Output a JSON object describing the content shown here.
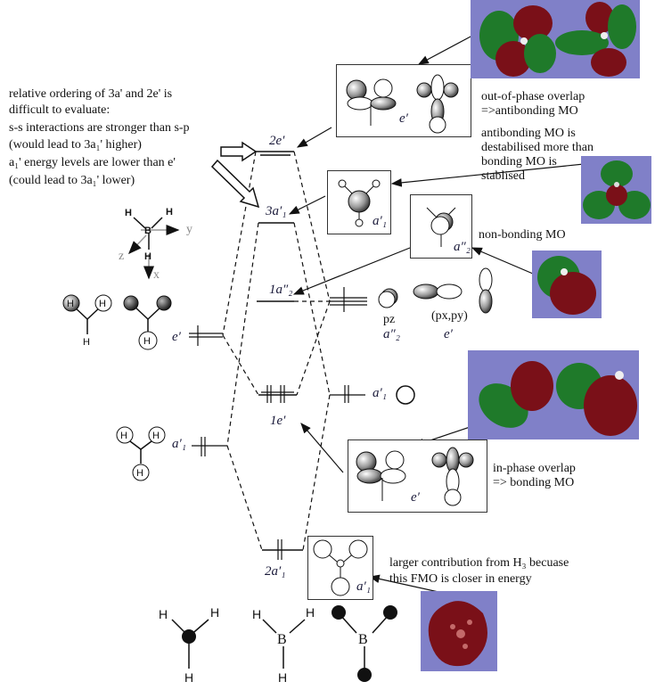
{
  "notes": {
    "ordering": [
      "relative ordering of 3a' and 2e' is",
      "difficult to evaluate:",
      "s-s interactions are stronger than s-p",
      "(would lead to 3a₁' higher)",
      "a₁' energy levels are lower than e'",
      "(could lead to 3a₁' lower)"
    ],
    "out_of_phase": [
      "out-of-phase overlap",
      "=>antibonding MO"
    ],
    "antibonding": [
      "antibonding MO is",
      "destabilised more than",
      "bonding MO is",
      "stablised"
    ],
    "non_bonding": "non-bonding MO",
    "in_phase": [
      "in-phase overlap",
      "=> bonding MO"
    ],
    "larger_contribution": [
      "larger contribution from H₃ becuase",
      "this FMO is closer in energy"
    ]
  },
  "mo_levels": {
    "2e_prime": "2e′",
    "3a1_prime": "3a′₁",
    "1a2_dprime": "1a″₂",
    "1e_prime": "1e′",
    "2a1_prime": "2a′₁"
  },
  "fragment_labels": {
    "h3_e_prime": "e′",
    "h3_a1_prime": "a′₁",
    "b_a1_prime": "a′₁",
    "box_e_top": "e′",
    "box_a1_top": "a′₁",
    "box_a2": "a″₂",
    "box_e_bottom": "e′",
    "box_a1_bottom": "a′₁"
  },
  "orbital_labels": {
    "pz": "pz",
    "pz_sym": "a″₂",
    "pxpy": "(px,py)",
    "pxpy_sym": "e′"
  },
  "axes": {
    "x": "x",
    "y": "y",
    "z": "z",
    "atom_B": "B",
    "atom_H": "H"
  },
  "bottom_structures": {
    "h": "H",
    "b": "B"
  },
  "colors": {
    "mo_background": "#8080c8",
    "lobe_green": "#1f7a2a",
    "lobe_red": "#7a1018",
    "label_blue": "#1a1a3a"
  }
}
